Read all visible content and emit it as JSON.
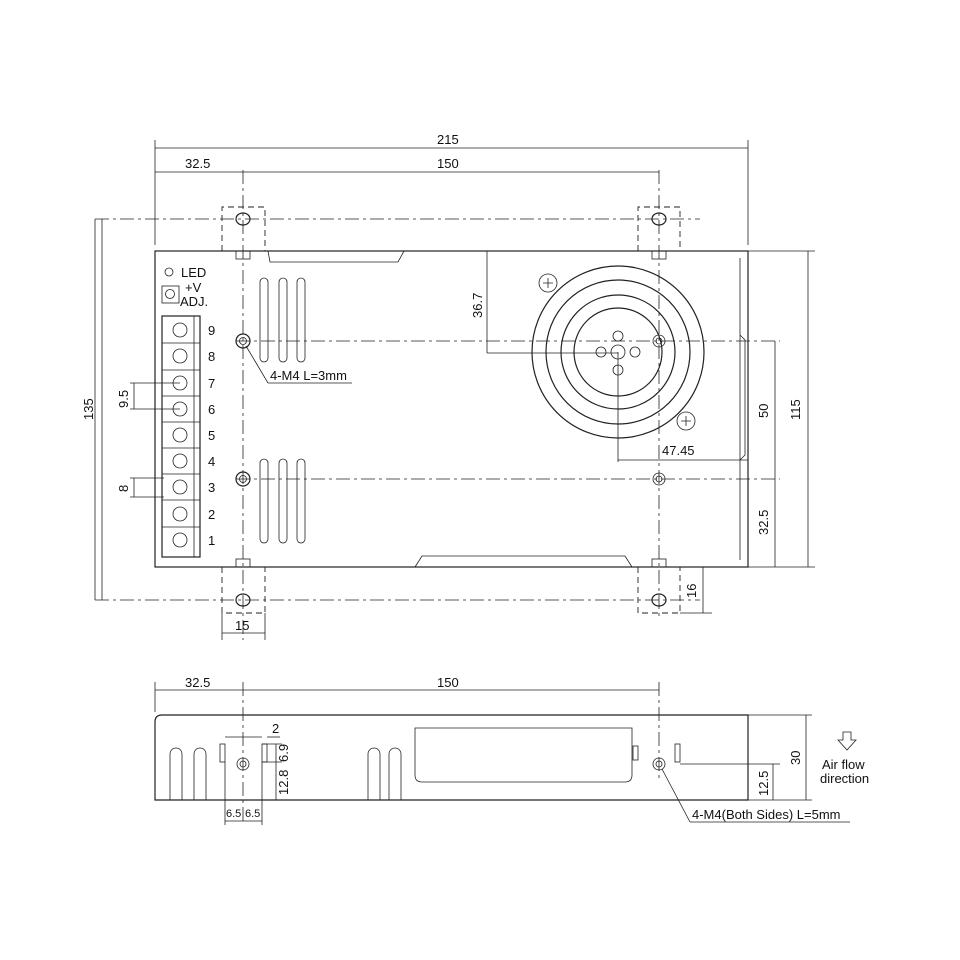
{
  "top_view": {
    "dims": {
      "overall_length": "215",
      "left_offset": "32.5",
      "hole_spacing": "150",
      "overall_height_with_tabs": "135",
      "body_height": "115",
      "hole_vertical_spacing": "50",
      "hole_bottom_offset": "32.5",
      "fan_center_from_top": "36.7",
      "fan_center_from_right": "47.45",
      "tab_height": "16",
      "tab_width": "15",
      "terminal_pitch": "9.5",
      "terminal_width": "8"
    },
    "labels": {
      "led": "LED",
      "v_adj_line1": "+V",
      "v_adj_line2": "ADJ.",
      "mount_note": "4-M4 L=3mm"
    },
    "terminals": [
      "9",
      "8",
      "7",
      "6",
      "5",
      "4",
      "3",
      "2",
      "1"
    ]
  },
  "side_view": {
    "dims": {
      "left_offset": "32.5",
      "hole_spacing": "150",
      "slot_width": "2",
      "slot_height": "6.9",
      "hole_height": "12.8",
      "slot_left": "6.5",
      "slot_right": "6.5",
      "height": "30",
      "hole_height_right": "12.5"
    },
    "labels": {
      "mount_note": "4-M4(Both Sides) L=5mm",
      "airflow_line1": "Air flow",
      "airflow_line2": "direction"
    }
  }
}
